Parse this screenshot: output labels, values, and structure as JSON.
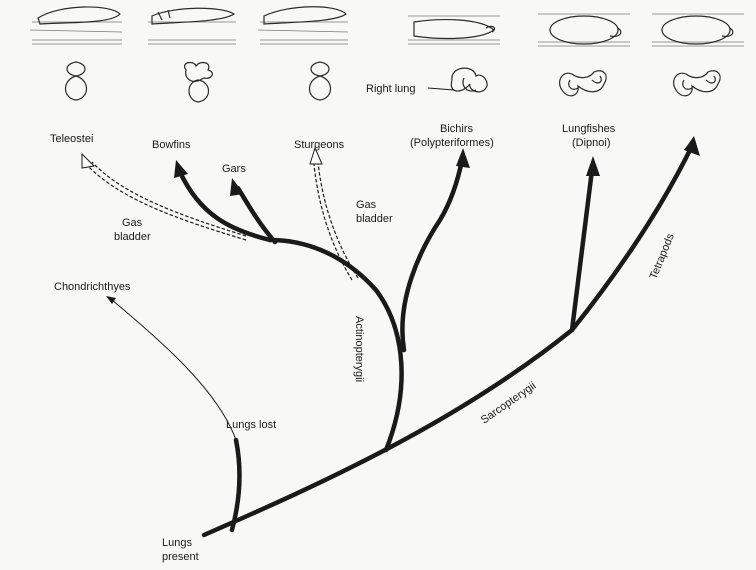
{
  "labels": {
    "teleostei": "Teleostei",
    "bowfins": "Bowfins",
    "gars": "Gars",
    "sturgeons": "Sturgeons",
    "bichirs_line1": "Bichirs",
    "bichirs_line2": "(Polypteriformes)",
    "lungfishes_line1": "Lungfishes",
    "lungfishes_line2": "(Dipnoi)",
    "chondrichthyes": "Chondrichthyes",
    "gas_bladder_left_line1": "Gas",
    "gas_bladder_left_line2": "bladder",
    "gas_bladder_right_line1": "Gas",
    "gas_bladder_right_line2": "bladder",
    "right_lung": "Right lung",
    "lungs_lost": "Lungs lost",
    "lungs_present_line1": "Lungs",
    "lungs_present_line2": "present",
    "actinopterygii": "Actinopterygii",
    "sarcopterygii": "Sarcopterygii",
    "tetrapods": "Tetrapods"
  }
}
